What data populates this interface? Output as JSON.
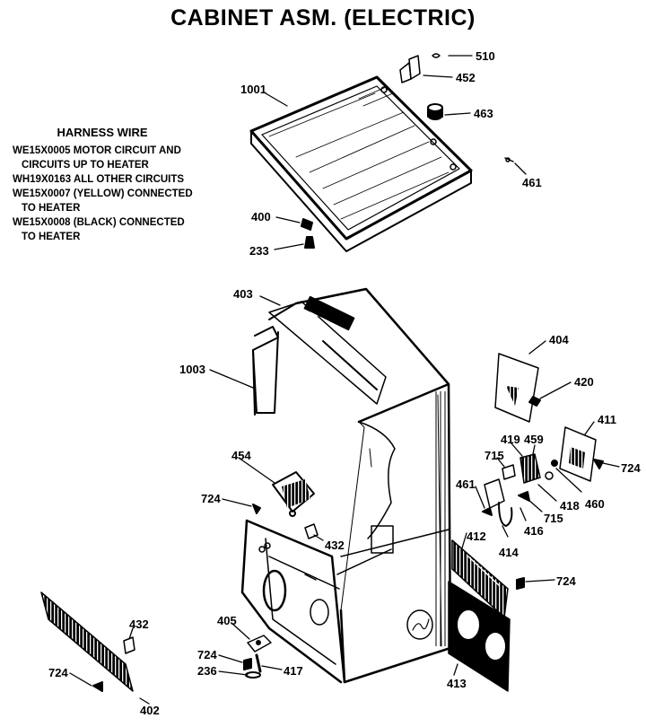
{
  "title": "CABINET ASM.  (ELECTRIC)",
  "harness": {
    "title": "HARNESS WIRE",
    "lines": [
      "WE15X0005 MOTOR CIRCUIT AND",
      "CIRCUITS UP TO HEATER",
      "WH19X0163 ALL OTHER CIRCUITS",
      "WE15X0007 (YELLOW) CONNECTED",
      "TO HEATER",
      "WE15X0008 (BLACK) CONNECTED",
      "TO HEATER"
    ]
  },
  "parts": {
    "p510": "510",
    "p452": "452",
    "p1001": "1001",
    "p463": "463",
    "p461a": "461",
    "p400": "400",
    "p233": "233",
    "p403": "403",
    "p1003": "1003",
    "p404": "404",
    "p420": "420",
    "p411": "411",
    "p724a": "724",
    "p419": "419",
    "p459": "459",
    "p715a": "715",
    "p418": "418",
    "p460": "460",
    "p461b": "461",
    "p416": "416",
    "p715b": "715",
    "p454": "454",
    "p724b": "724",
    "p432a": "432",
    "p412": "412",
    "p414": "414",
    "p724c": "724",
    "p405": "405",
    "p724d": "724",
    "p236": "236",
    "p417": "417",
    "p413": "413",
    "p432b": "432",
    "p724e": "724",
    "p402": "402"
  }
}
